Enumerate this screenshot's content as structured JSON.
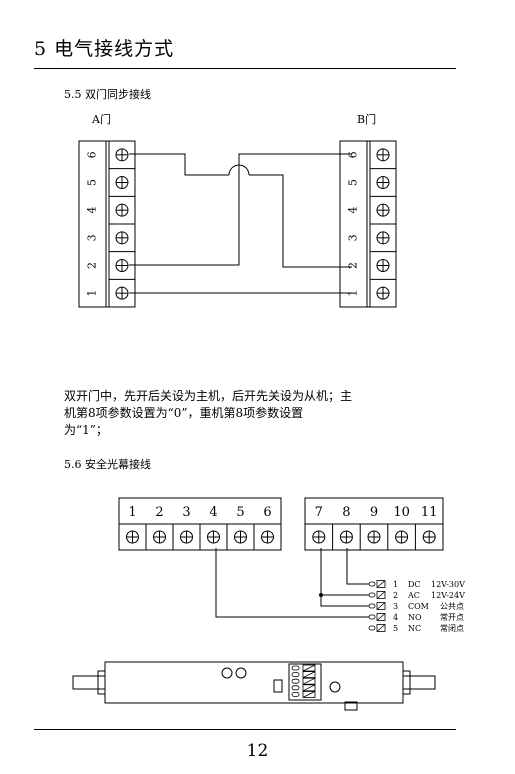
{
  "header": {
    "chapter_title": "5 电气接线方式"
  },
  "section_5_5": {
    "title": "5.5 双门同步接线",
    "door_a_label": "A门",
    "door_b_label": "B门",
    "terminal_numbers": [
      "6",
      "5",
      "4",
      "3",
      "2",
      "1"
    ]
  },
  "description": {
    "line1": "双开门中，先开后关设为主机，后开先关设为从机；主",
    "line2": "机第8项参数设置为“0”，重机第8项参数设置",
    "line3": "为“1”；"
  },
  "section_5_6": {
    "title": "5.6 安全光幕接线",
    "controller_terminals_left": [
      "1",
      "2",
      "3",
      "4",
      "5",
      "6"
    ],
    "controller_terminals_right": [
      "7",
      "8",
      "9",
      "10",
      "11"
    ],
    "sensor_pins": [
      {
        "num": "1",
        "type": "DC",
        "spec": "12V-30V",
        "desc": ""
      },
      {
        "num": "2",
        "type": "AC",
        "spec": "12V-24V",
        "desc": ""
      },
      {
        "num": "3",
        "type": "COM",
        "spec": "",
        "desc": "公共点"
      },
      {
        "num": "4",
        "type": "NO",
        "spec": "",
        "desc": "常开点"
      },
      {
        "num": "5",
        "type": "NC",
        "spec": "",
        "desc": "常闭点"
      }
    ]
  },
  "footer": {
    "page_number": "12"
  }
}
